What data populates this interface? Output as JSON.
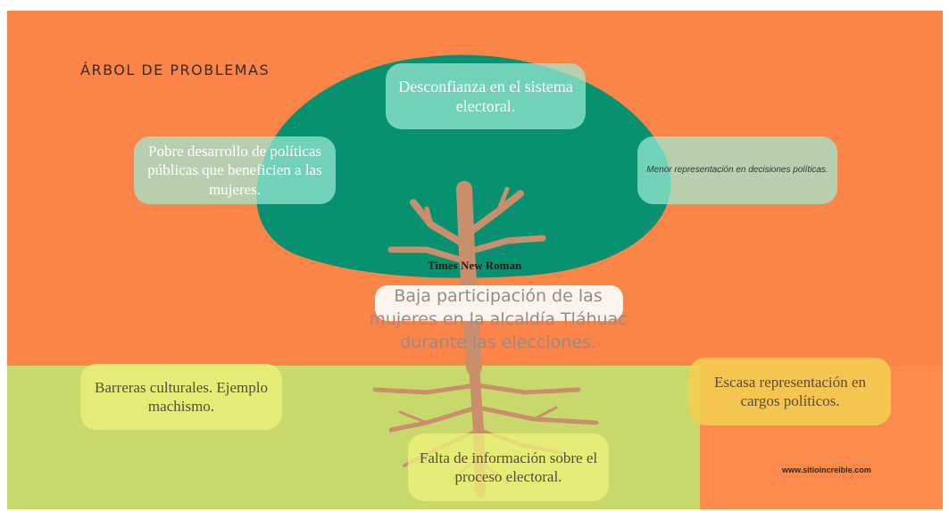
{
  "title": "ÁRBOL DE PROBLEMAS",
  "effects": {
    "top": "Desconfianza en el sistema electoral.",
    "left": "Pobre desarrollo de políticas públicas que beneficien a las mujeres.",
    "right": "Menor representación en decisiones políticas."
  },
  "font_label": "Times New Roman",
  "central_problem": "Baja participación de las mujeres en la alcaldía Tláhuac durante las elecciones.",
  "causes": {
    "left": "Barreras culturales. Ejemplo machismo.",
    "right": "Escasa representación en cargos políticos.",
    "bottom": "Falta de información sobre el proceso electoral."
  },
  "watermark": "www.sitioincreible.com",
  "colors": {
    "background_orange": "#fb8448",
    "canopy_green": "#079171",
    "tree_brown": "#c98f6d",
    "ground_green": "#c9d86b"
  }
}
